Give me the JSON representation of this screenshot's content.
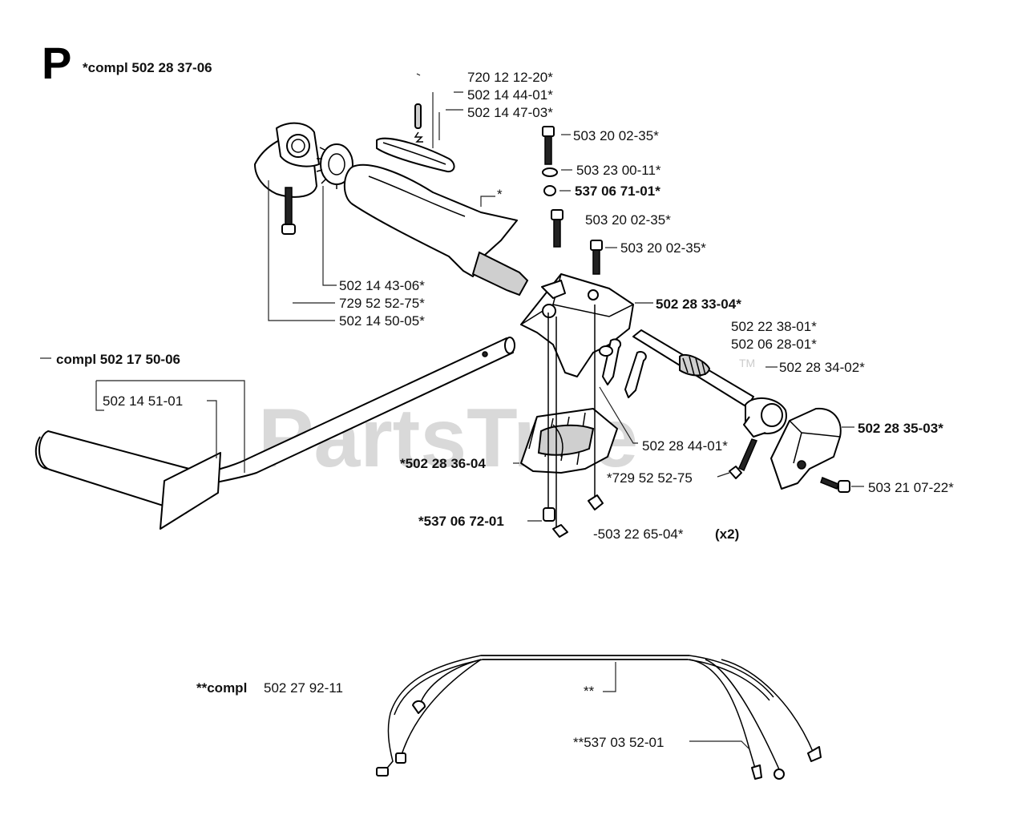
{
  "section_letter": "P",
  "watermark": {
    "text": "PartsTree",
    "tm": "TM"
  },
  "labels": {
    "compl_main": "*compl 502 28 37-06",
    "p720_12_12_20": "720 12 12-20*",
    "p502_14_44_01": "502 14 44-01*",
    "p502_14_47_03": "502 14 47-03*",
    "p503_20_02_35_a": "503 20 02-35*",
    "p503_23_00_11": "503 23 00-11*",
    "p537_06_71_01": "537 06 71-01*",
    "p503_20_02_35_b": "503 20 02-35*",
    "p503_20_02_35_c": "503 20 02-35*",
    "star": "*",
    "p502_14_43_06": "502 14 43-06*",
    "p729_52_52_75_a": "729 52 52-75*",
    "p502_14_50_05": "502 14 50-05*",
    "p502_28_33_04": "502 28 33-04*",
    "p502_22_38_01": "502 22 38-01*",
    "p502_06_28_01": "502 06 28-01*",
    "p502_28_34_02": "502 28 34-02*",
    "compl_handle": "compl 502 17 50-06",
    "p502_14_51_01": "502 14 51-01",
    "p502_28_35_03": "502 28 35-03*",
    "p502_28_44_01": "502 28 44-01*",
    "p502_28_36_04": "*502 28 36-04",
    "p729_52_52_75_b": "*729 52 52-75",
    "p503_21_07_22": "503 21 07-22*",
    "p537_06_72_01": "*537 06 72-01",
    "p503_22_65_04": "-503 22 65-04*",
    "x2": "(x2)",
    "compl_cable_prefix": "**compl",
    "compl_cable_num": "502 27 92-11",
    "double_star": "**",
    "p537_03_52_01": "**537 03 52-01"
  },
  "colors": {
    "line": "#000000",
    "watermark": "#d9d9d9",
    "background": "#ffffff"
  }
}
